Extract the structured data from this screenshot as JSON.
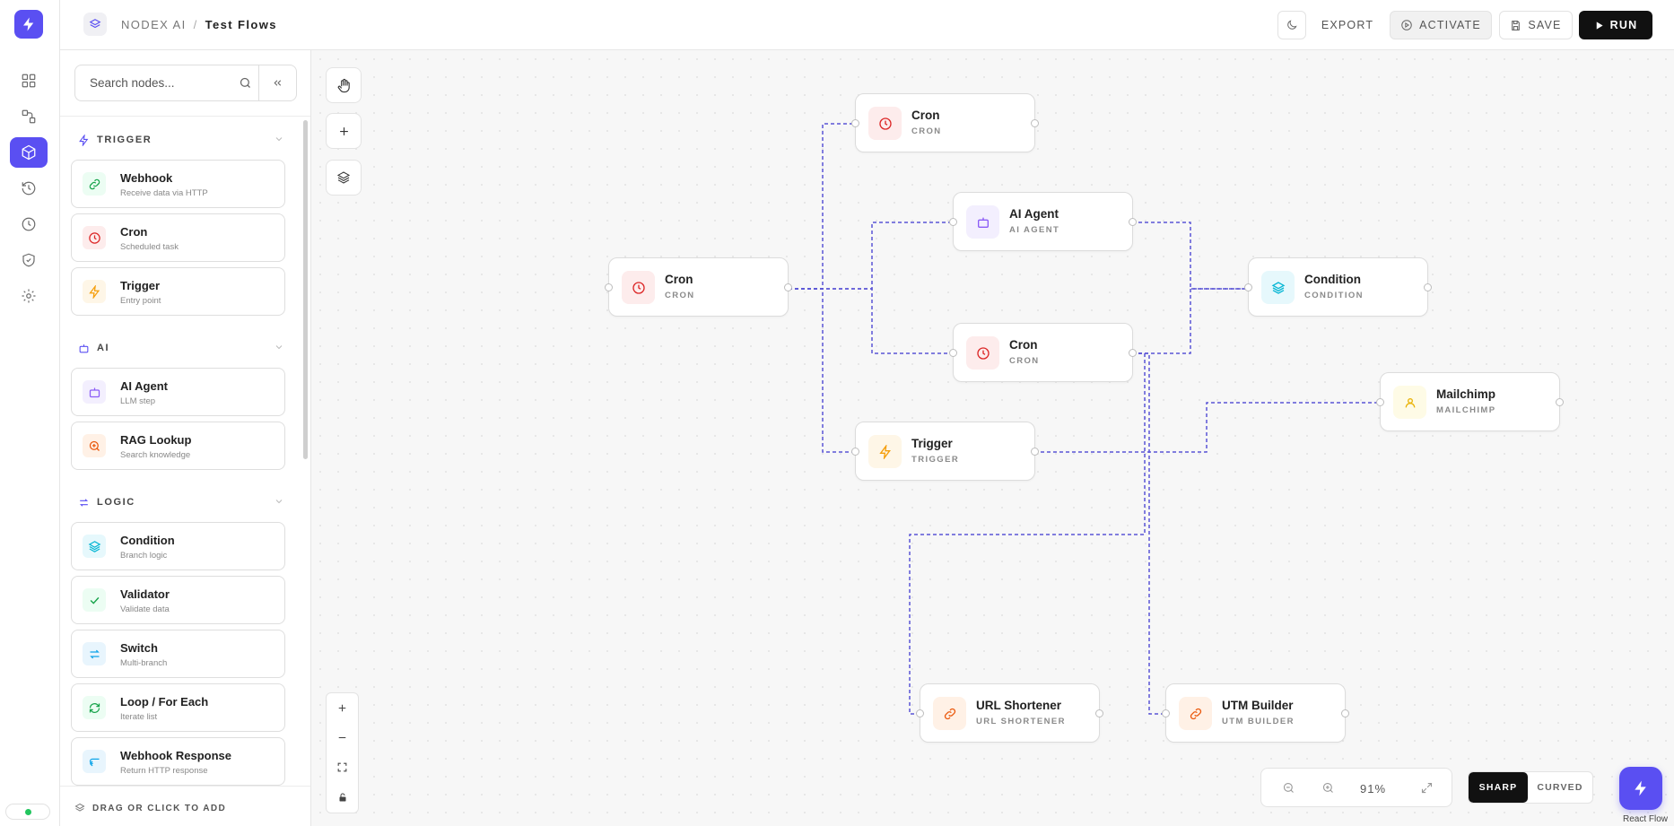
{
  "app": {
    "breadcrumb_root": "NODEX AI",
    "breadcrumb_sep": "/",
    "breadcrumb_current": "Test Flows"
  },
  "header": {
    "export": "EXPORT",
    "activate": "ACTIVATE",
    "save": "SAVE",
    "run": "RUN"
  },
  "rail": {
    "items": [
      "dashboard-icon",
      "workflow-icon",
      "nodes-icon",
      "history-icon",
      "clock-icon",
      "shield-check-icon",
      "settings-icon"
    ],
    "active": "nodes-icon"
  },
  "sidebar": {
    "search_placeholder": "Search nodes...",
    "footer": "DRAG OR CLICK TO ADD",
    "sections": [
      {
        "title": "TRIGGER",
        "items": [
          {
            "title": "Webhook",
            "subtitle": "Receive data via HTTP",
            "icon": "link-icon",
            "color": "#16a34a"
          },
          {
            "title": "Cron",
            "subtitle": "Scheduled task",
            "icon": "clock-icon",
            "color": "#dc2626"
          },
          {
            "title": "Trigger",
            "subtitle": "Entry point",
            "icon": "bolt-icon",
            "color": "#f59e0b"
          }
        ]
      },
      {
        "title": "AI",
        "items": [
          {
            "title": "AI Agent",
            "subtitle": "LLM step",
            "icon": "robot-icon",
            "color": "#8b5cf6"
          },
          {
            "title": "RAG Lookup",
            "subtitle": "Search knowledge",
            "icon": "zoom-search-icon",
            "color": "#ea580c"
          }
        ]
      },
      {
        "title": "LOGIC",
        "items": [
          {
            "title": "Condition",
            "subtitle": "Branch logic",
            "icon": "layers-icon",
            "color": "#06b6d4"
          },
          {
            "title": "Validator",
            "subtitle": "Validate data",
            "icon": "check-icon",
            "color": "#16a34a"
          },
          {
            "title": "Switch",
            "subtitle": "Multi-branch",
            "icon": "switch-arrows-icon",
            "color": "#0ea5e9"
          },
          {
            "title": "Loop / For Each",
            "subtitle": "Iterate list",
            "icon": "loop-icon",
            "color": "#16a34a"
          },
          {
            "title": "Webhook Response",
            "subtitle": "Return HTTP response",
            "icon": "return-icon",
            "color": "#0ea5e9"
          }
        ]
      }
    ]
  },
  "canvas": {
    "zoom": "91%",
    "edge_mode": {
      "sharp": "SHARP",
      "curved": "CURVED",
      "selected": "SHARP"
    },
    "attribution": "React Flow",
    "edge_color": "#5a55d6",
    "nodes": [
      {
        "id": "cron-1",
        "title": "Cron",
        "subtitle": "CRON",
        "icon": "clock-icon",
        "color": "#dc2626"
      },
      {
        "id": "cron-2",
        "title": "Cron",
        "subtitle": "CRON",
        "icon": "clock-icon",
        "color": "#dc2626"
      },
      {
        "id": "ai-agent",
        "title": "AI Agent",
        "subtitle": "AI AGENT",
        "icon": "robot-icon",
        "color": "#8b5cf6"
      },
      {
        "id": "cron-3",
        "title": "Cron",
        "subtitle": "CRON",
        "icon": "clock-icon",
        "color": "#dc2626"
      },
      {
        "id": "condition",
        "title": "Condition",
        "subtitle": "CONDITION",
        "icon": "layers-icon",
        "color": "#06b6d4"
      },
      {
        "id": "mailchimp",
        "title": "Mailchimp",
        "subtitle": "MAILCHIMP",
        "icon": "person-icon",
        "color": "#eab308"
      },
      {
        "id": "trigger",
        "title": "Trigger",
        "subtitle": "TRIGGER",
        "icon": "bolt-icon",
        "color": "#f59e0b"
      },
      {
        "id": "url-shortener",
        "title": "URL Shortener",
        "subtitle": "URL SHORTENER",
        "icon": "link-icon",
        "color": "#ea580c"
      },
      {
        "id": "utm-builder",
        "title": "UTM Builder",
        "subtitle": "UTM BUILDER",
        "icon": "link-icon",
        "color": "#ea580c"
      }
    ]
  }
}
